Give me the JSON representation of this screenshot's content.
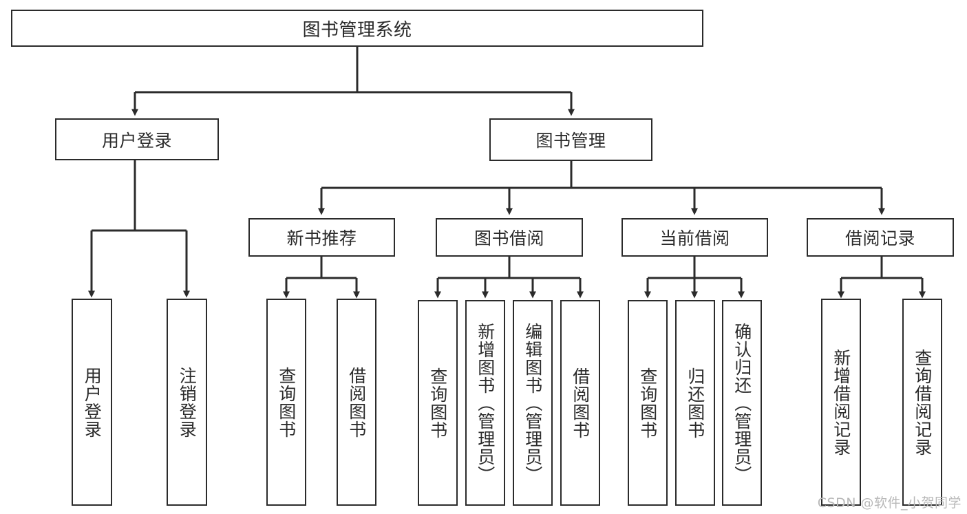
{
  "diagram": {
    "title": "图书管理系统",
    "type": "tree-hierarchy",
    "root": {
      "label": "图书管理系统"
    },
    "level1": [
      {
        "id": "user-login",
        "label": "用户登录"
      },
      {
        "id": "book-management",
        "label": "图书管理"
      }
    ],
    "level2": [
      {
        "id": "new-book-recommend",
        "label": "新书推荐",
        "parent": "book-management"
      },
      {
        "id": "book-borrow",
        "label": "图书借阅",
        "parent": "book-management"
      },
      {
        "id": "current-borrow",
        "label": "当前借阅",
        "parent": "book-management"
      },
      {
        "id": "borrow-record",
        "label": "借阅记录",
        "parent": "book-management"
      }
    ],
    "leaves": {
      "user-login": [
        {
          "id": "leaf-user-login",
          "label": "用户登录"
        },
        {
          "id": "leaf-user-logout",
          "label": "注销登录"
        }
      ],
      "new-book-recommend": [
        {
          "id": "leaf-query-book-1",
          "label": "查询图书"
        },
        {
          "id": "leaf-borrow-book-1",
          "label": "借阅图书"
        }
      ],
      "book-borrow": [
        {
          "id": "leaf-query-book-2",
          "label": "查询图书"
        },
        {
          "id": "leaf-add-book",
          "label": "新增图书（管理员）"
        },
        {
          "id": "leaf-edit-book",
          "label": "编辑图书（管理员）"
        },
        {
          "id": "leaf-borrow-book-2",
          "label": "借阅图书"
        }
      ],
      "current-borrow": [
        {
          "id": "leaf-query-book-3",
          "label": "查询图书"
        },
        {
          "id": "leaf-return-book",
          "label": "归还图书"
        },
        {
          "id": "leaf-confirm-return",
          "label": "确认归还（管理员）"
        }
      ],
      "borrow-record": [
        {
          "id": "leaf-add-record",
          "label": "新增借阅记录"
        },
        {
          "id": "leaf-query-record",
          "label": "查询借阅记录"
        }
      ]
    },
    "colors": {
      "stroke": "#2b2b2b",
      "background": "#ffffff",
      "text": "#2b2b2b",
      "watermark": "#b8b8b8"
    }
  },
  "watermark": {
    "text": "CSDN @软件_小贺同学"
  }
}
